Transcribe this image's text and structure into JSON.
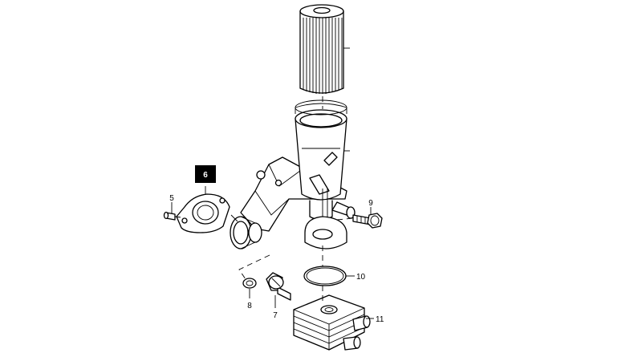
{
  "diagram": {
    "callouts": [
      {
        "id": "c6",
        "text": "6",
        "style": "highlighted"
      },
      {
        "id": "c5",
        "text": "5"
      },
      {
        "id": "c9",
        "text": "9"
      },
      {
        "id": "c10",
        "text": "10"
      },
      {
        "id": "c8",
        "text": "8"
      },
      {
        "id": "c7",
        "text": "7"
      },
      {
        "id": "c11",
        "text": "11"
      }
    ]
  },
  "colors": {
    "line": "#000000",
    "background": "#ffffff",
    "highlight_box": "#000000"
  }
}
